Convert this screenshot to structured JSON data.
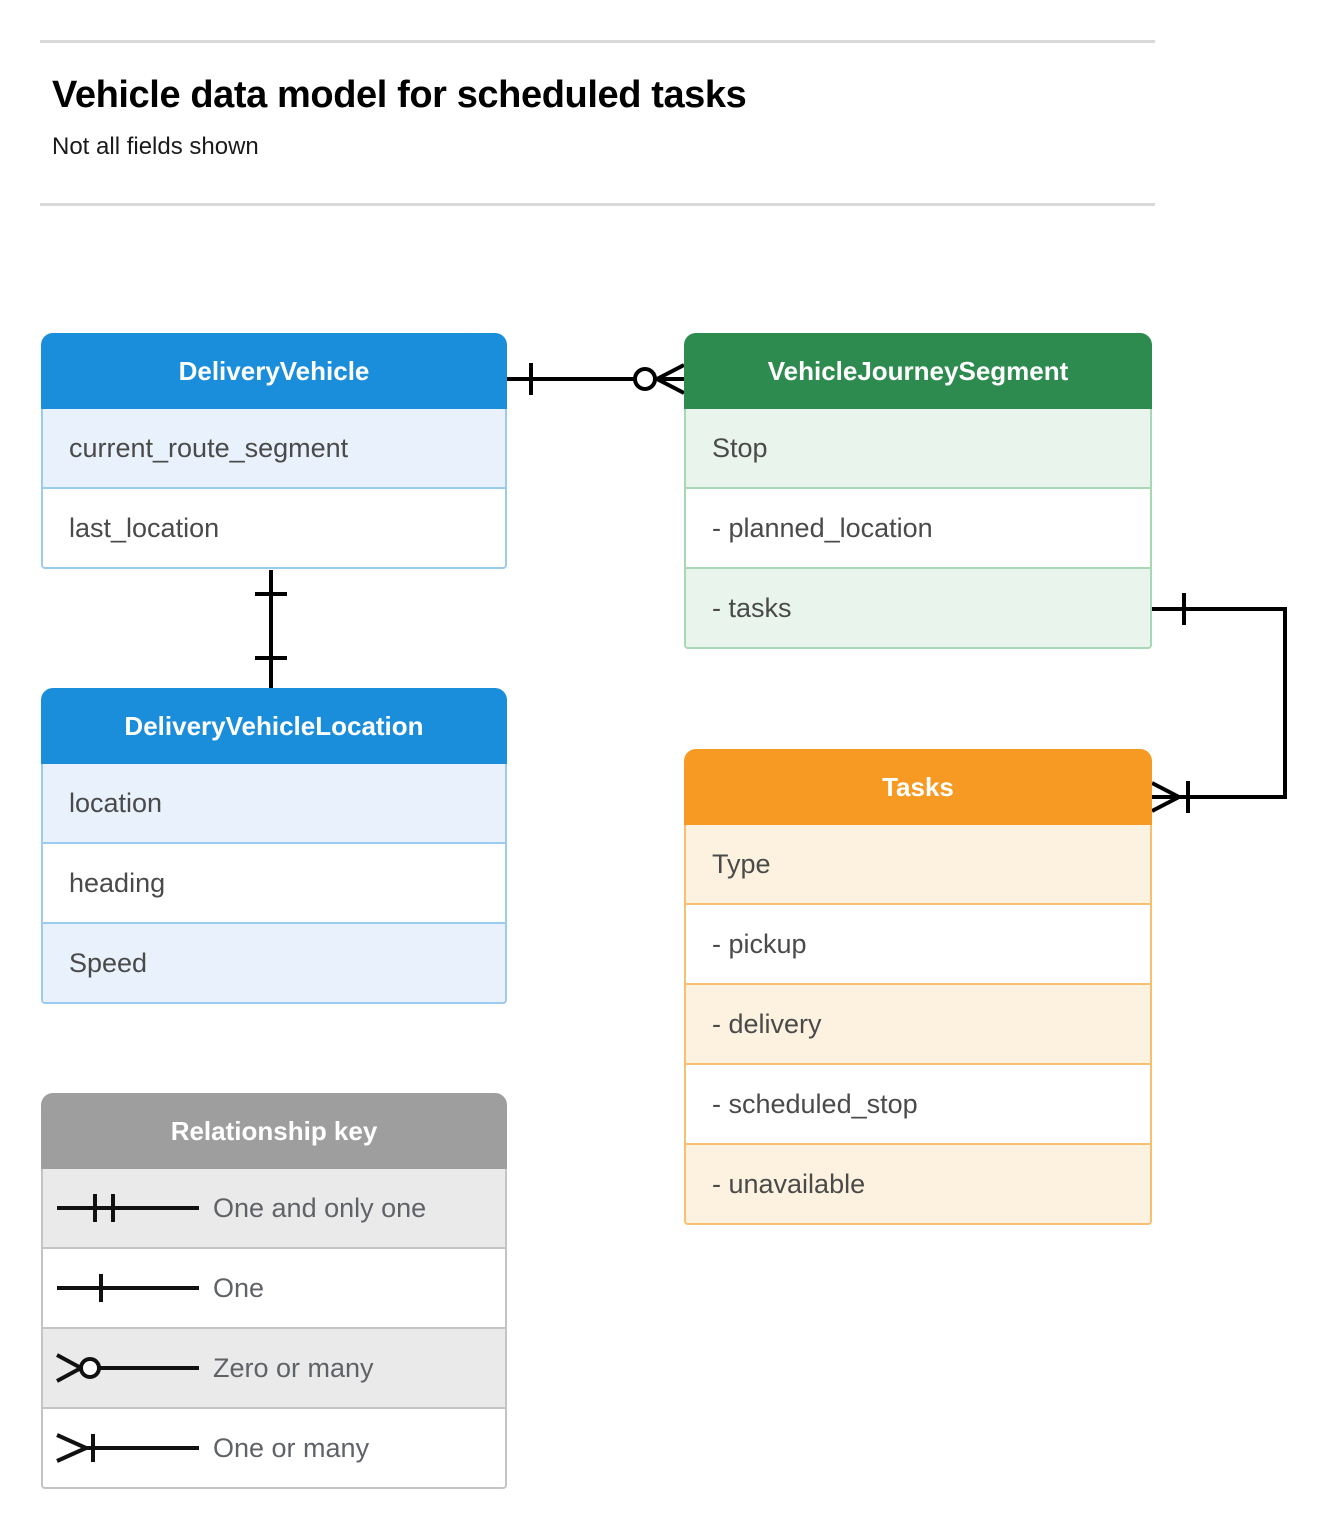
{
  "header": {
    "title": "Vehicle data model for scheduled tasks",
    "subtitle": "Not all fields shown"
  },
  "colors": {
    "blue_header": "#1a8ddb",
    "blue_row": "#e8f1fc",
    "blue_border": "#9ccbf0",
    "green_header": "#2e8b4f",
    "green_row": "#e9f4ec",
    "green_border": "#a8d7b4",
    "orange_header": "#f79a24",
    "orange_row": "#fdf2e0",
    "orange_border": "#f7c070",
    "gray_header": "#9e9e9e",
    "gray_row": "#eaeaea",
    "gray_border": "#c4c4c4",
    "line": "#000000",
    "rule": "#d9d9d9",
    "field_text": "#4a4a4a"
  },
  "entities": [
    {
      "id": "delivery-vehicle",
      "name": "DeliveryVehicle",
      "theme": "blue",
      "fields": [
        {
          "label": "current_route_segment"
        },
        {
          "label": "last_location"
        }
      ]
    },
    {
      "id": "journey-segment",
      "name": "VehicleJourneySegment",
      "theme": "green",
      "fields": [
        {
          "label": "Stop"
        },
        {
          "label": "-  planned_location"
        },
        {
          "label": "- tasks"
        }
      ]
    },
    {
      "id": "vehicle-location",
      "name": "DeliveryVehicleLocation",
      "theme": "blue",
      "fields": [
        {
          "label": "location"
        },
        {
          "label": "heading"
        },
        {
          "label": "Speed"
        }
      ]
    },
    {
      "id": "tasks",
      "name": "Tasks",
      "theme": "orange",
      "fields": [
        {
          "label": "Type"
        },
        {
          "label": "-  pickup"
        },
        {
          "label": "-  delivery"
        },
        {
          "label": "-  scheduled_stop"
        },
        {
          "label": "-  unavailable"
        }
      ]
    }
  ],
  "legend": {
    "title": "Relationship key",
    "rows": [
      {
        "icon": "one-and-only-one-icon",
        "label": "One and only one"
      },
      {
        "icon": "one-icon",
        "label": "One"
      },
      {
        "icon": "zero-or-many-icon",
        "label": "Zero or many"
      },
      {
        "icon": "one-or-many-icon",
        "label": "One or many"
      }
    ]
  },
  "relationships": [
    {
      "id": "vehicle-to-segment",
      "from": "DeliveryVehicle",
      "to": "VehicleJourneySegment",
      "from_cardinality": "One",
      "to_cardinality": "Zero or many"
    },
    {
      "id": "vehicle-to-location",
      "from": "DeliveryVehicle",
      "to": "DeliveryVehicleLocation",
      "from_cardinality": "One",
      "to_cardinality": "One"
    },
    {
      "id": "segment-tasks-to-tasks",
      "from": "VehicleJourneySegment.tasks",
      "to": "Tasks",
      "from_cardinality": "One",
      "to_cardinality": "One or many"
    }
  ]
}
